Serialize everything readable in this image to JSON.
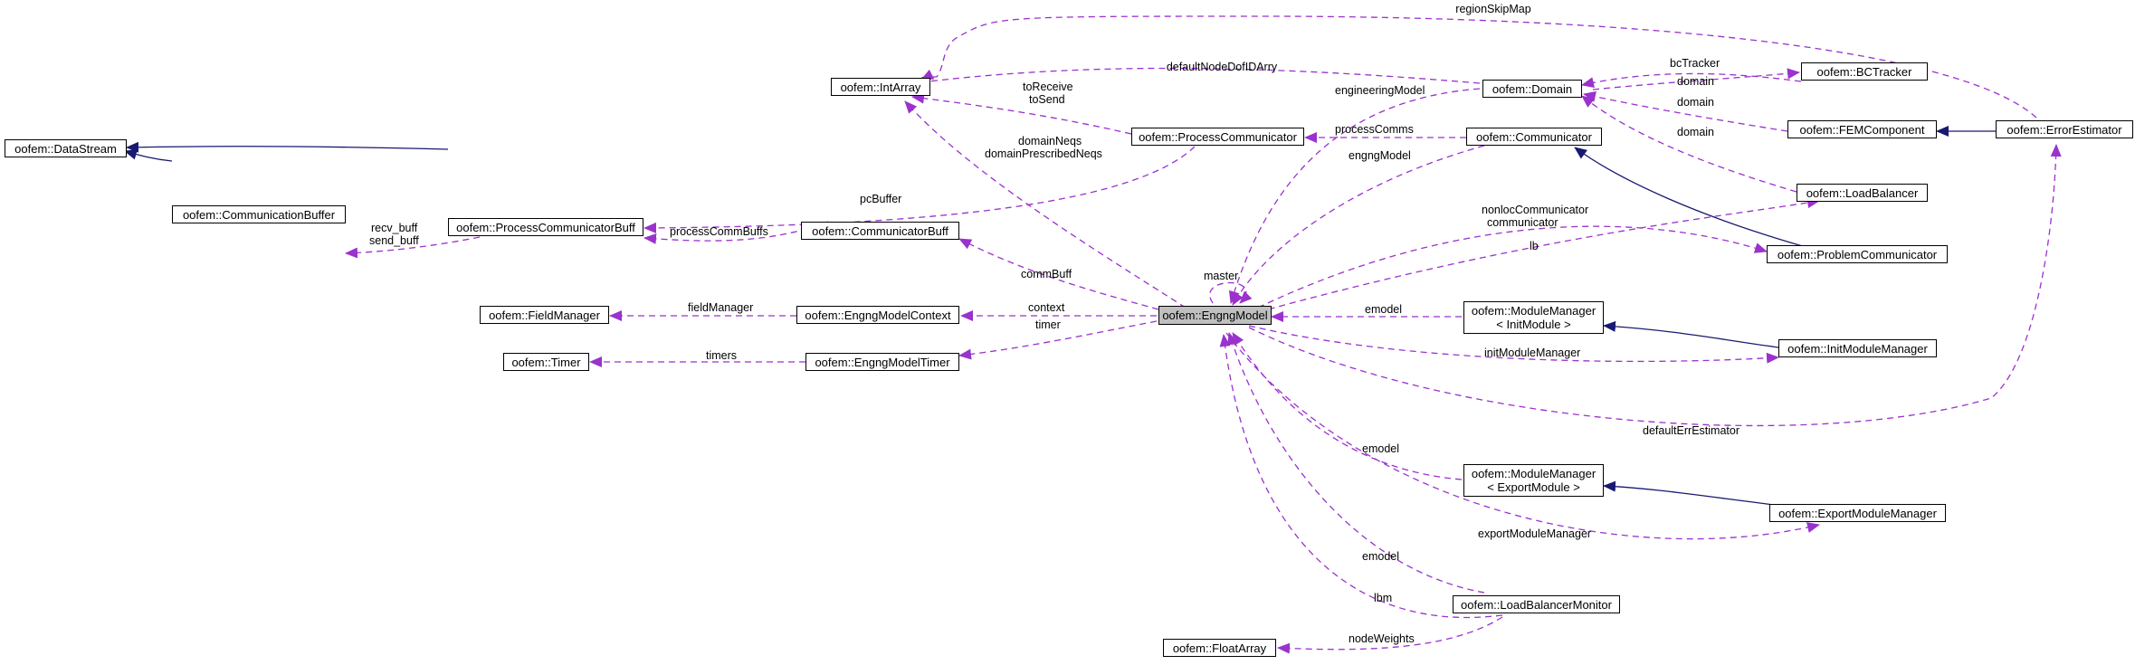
{
  "nodes": {
    "datastream": "oofem::DataStream",
    "communicationbuffer": "oofem::CommunicationBuffer",
    "processcommunicatorbuff": "oofem::ProcessCommunicatorBuff",
    "fieldmanager": "oofem::FieldManager",
    "timer": "oofem::Timer",
    "intarray": "oofem::IntArray",
    "processcommunicator": "oofem::ProcessCommunicator",
    "communicatorbuff": "oofem::CommunicatorBuff",
    "engngmodelcontext": "oofem::EngngModelContext",
    "engngmodeltimer": "oofem::EngngModelTimer",
    "engngmodel": "oofem::EngngModel",
    "domain": "oofem::Domain",
    "communicator": "oofem::Communicator",
    "modulemanager_init": [
      "oofem::ModuleManager",
      "< InitModule >"
    ],
    "modulemanager_export": [
      "oofem::ModuleManager",
      "< ExportModule >"
    ],
    "loadbalancermonitor": "oofem::LoadBalancerMonitor",
    "floatarray": "oofem::FloatArray",
    "bctracker": "oofem::BCTracker",
    "femcomponent": "oofem::FEMComponent",
    "errorestimator": "oofem::ErrorEstimator",
    "loadbalancer": "oofem::LoadBalancer",
    "problemcommunicator": "oofem::ProblemCommunicator",
    "initmodulemanager": "oofem::InitModuleManager",
    "exportmodulemanager": "oofem::ExportModuleManager"
  },
  "edge_labels": {
    "regionSkipMap": "regionSkipMap",
    "defaultNodeDofIDArry": "defaultNodeDofIDArry",
    "toReceive": "toReceive",
    "toSend": "toSend",
    "engineeringModel": "engineeringModel",
    "bcTracker": "bcTracker",
    "domain1": "domain",
    "domain2": "domain",
    "domain3": "domain",
    "processComms": "processComms",
    "engngModel": "engngModel",
    "domainNeqs": "domainNeqs",
    "domainPrescribedNeqs": "domainPrescribedNeqs",
    "pcBuffer": "pcBuffer",
    "recv_buff": "recv_buff",
    "send_buff": "send_buff",
    "processCommBuffs": "processCommBuffs",
    "nonlocCommunicator": "nonlocCommunicator",
    "communicator": "communicator",
    "lb": "lb",
    "master": "master",
    "commBuff": "commBuff",
    "fieldManager": "fieldManager",
    "context": "context",
    "timer": "timer",
    "timers": "timers",
    "emodel1": "emodel",
    "initModuleManager": "initModuleManager",
    "defaultErrEstimator": "defaultErrEstimator",
    "emodel2": "emodel",
    "exportModuleManager": "exportModuleManager",
    "emodel3": "emodel",
    "lbm": "lbm",
    "nodeWeights": "nodeWeights"
  },
  "colors": {
    "usage_edge": "#9a32cd",
    "inheritance_edge": "#191970",
    "focus_fill": "#bfbfbf",
    "node_border": "#000000"
  }
}
